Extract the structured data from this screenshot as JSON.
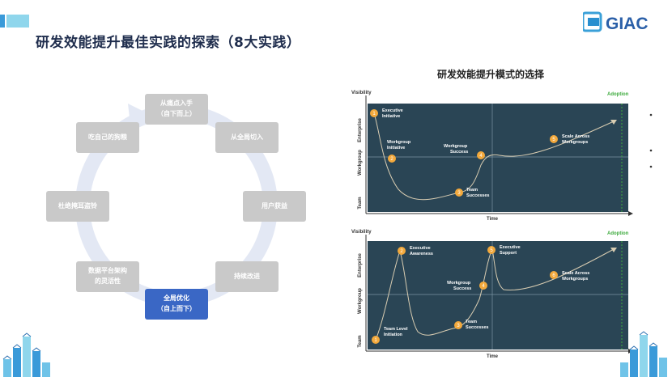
{
  "page": {
    "title": "研发效能提升最佳实践的探索（8大实践）",
    "chart_heading": "研发效能提升模式的选择",
    "logo_text": "GIAC"
  },
  "cycle": {
    "nodes": [
      {
        "lines": [
          "从痛点入手",
          "（自下而上）"
        ],
        "active": false
      },
      {
        "lines": [
          "从全局切入"
        ],
        "active": false
      },
      {
        "lines": [
          "用户获益"
        ],
        "active": false
      },
      {
        "lines": [
          "持续改进"
        ],
        "active": false
      },
      {
        "lines": [
          "全局优化",
          "（自上而下）"
        ],
        "active": true
      },
      {
        "lines": [
          "数据平台架构",
          "的灵活性"
        ],
        "active": false
      },
      {
        "lines": [
          "杜绝掩耳盗铃"
        ],
        "active": false
      },
      {
        "lines": [
          "吃自己的狗粮"
        ],
        "active": false
      }
    ]
  },
  "diagram_top": {
    "axis_y": "Visibility",
    "axis_x": "Time",
    "adoption": "Adoption",
    "levels": [
      "Enterprise",
      "Workgroup",
      "Team"
    ],
    "steps": [
      {
        "num": "1",
        "label": [
          "Executive",
          "Initiative"
        ]
      },
      {
        "num": "2",
        "label": [
          "Workgroup",
          "Initiative"
        ]
      },
      {
        "num": "3",
        "label": [
          "Team",
          "Successes"
        ]
      },
      {
        "num": "4",
        "label": [
          "Workgroup",
          "Success"
        ]
      },
      {
        "num": "5",
        "label": [
          "Scale Across",
          "Workgroups"
        ]
      }
    ]
  },
  "diagram_bottom": {
    "axis_y": "Visibility",
    "axis_x": "Time",
    "adoption": "Adoption",
    "levels": [
      "Enterprise",
      "Workgroup",
      "Team"
    ],
    "steps": [
      {
        "num": "1",
        "label": [
          "Team Level",
          "Initiation"
        ]
      },
      {
        "num": "2",
        "label": [
          "Executive",
          "Awareness"
        ]
      },
      {
        "num": "3",
        "label": [
          "Team",
          "Successes"
        ]
      },
      {
        "num": "4",
        "label": [
          "Workgroup",
          "Success"
        ]
      },
      {
        "num": "5",
        "label": [
          "Executive",
          "Support"
        ]
      },
      {
        "num": "6",
        "label": [
          "Scale Across",
          "Workgroups"
        ]
      }
    ]
  },
  "colors": {
    "panel_bg": "#2a4555",
    "step_circle": "#f3a93c",
    "adoption": "#3daa3d",
    "node_gray": "#c9c9c9",
    "node_active": "#3a67c5",
    "ring": "#e3e8f4"
  }
}
